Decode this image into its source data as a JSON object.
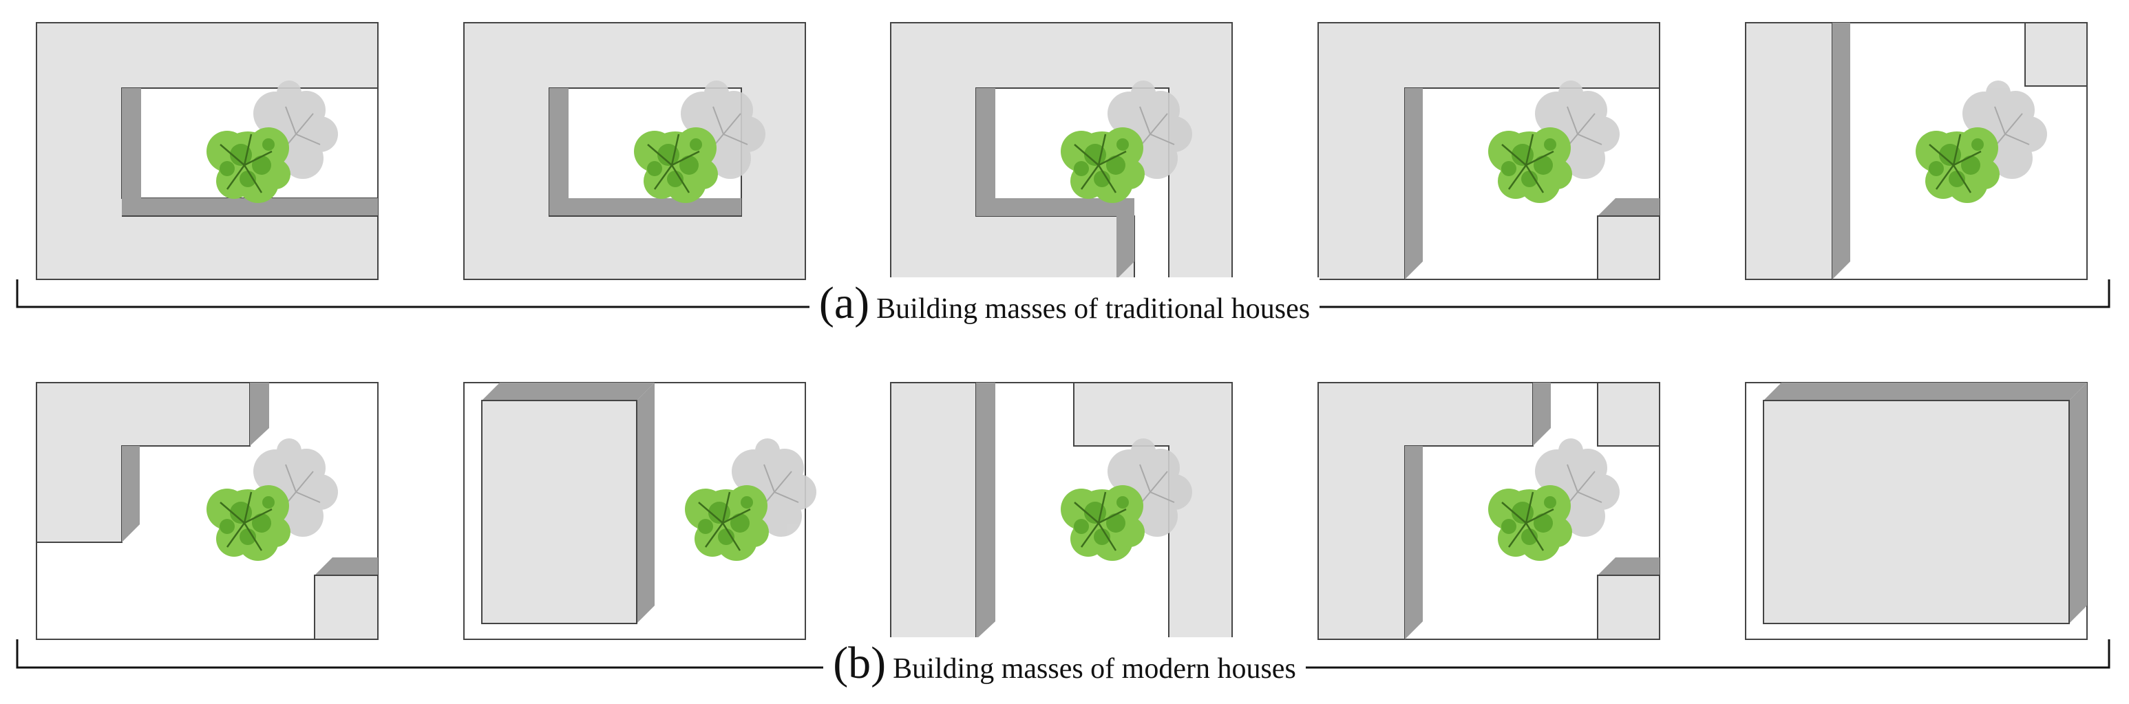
{
  "rows": [
    {
      "letter": "(a)",
      "title": "Building masses of traditional houses"
    },
    {
      "letter": "(b)",
      "title": "Building masses of modern houses"
    }
  ],
  "colors": {
    "roof": "#e3e3e3",
    "wall": "#9c9c9c",
    "outline": "#444444",
    "tree_green": "#7cc242",
    "tree_shadow": "#c8c8c8"
  }
}
